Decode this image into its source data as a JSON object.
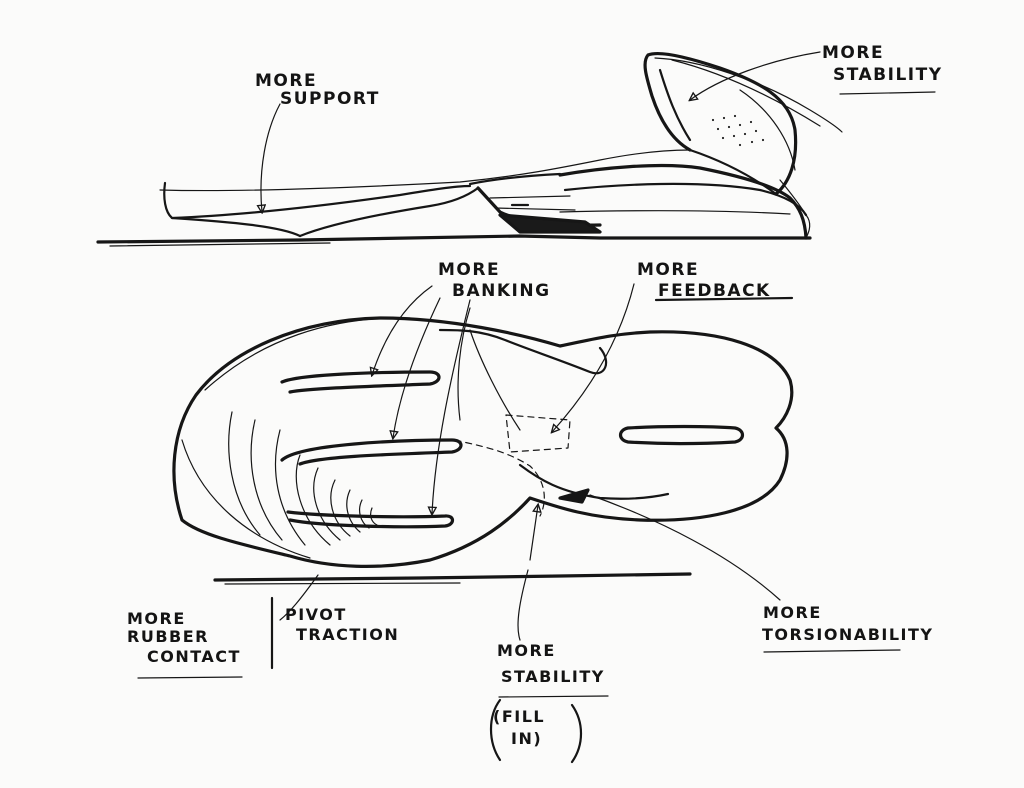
{
  "annotations": {
    "more_support": [
      "MORE",
      "SUPPORT"
    ],
    "more_stability_top": [
      "MORE",
      "STABILITY"
    ],
    "more_banking": [
      "MORE",
      "BANKING"
    ],
    "more_feedback": [
      "MORE",
      "FEEDBACK"
    ],
    "more_rubber_contact": [
      "MORE",
      "RUBBER",
      "CONTACT"
    ],
    "pivot_traction": [
      "PIVOT",
      "TRACTION"
    ],
    "more_stability_bottom": [
      "MORE",
      "STABILITY"
    ],
    "fill_in": [
      "(FILL",
      "IN)"
    ],
    "more_torsionability": [
      "MORE",
      "TORSIONABILITY"
    ]
  },
  "colors": {
    "ink": "#161616",
    "paper": "#fbfbfa"
  }
}
